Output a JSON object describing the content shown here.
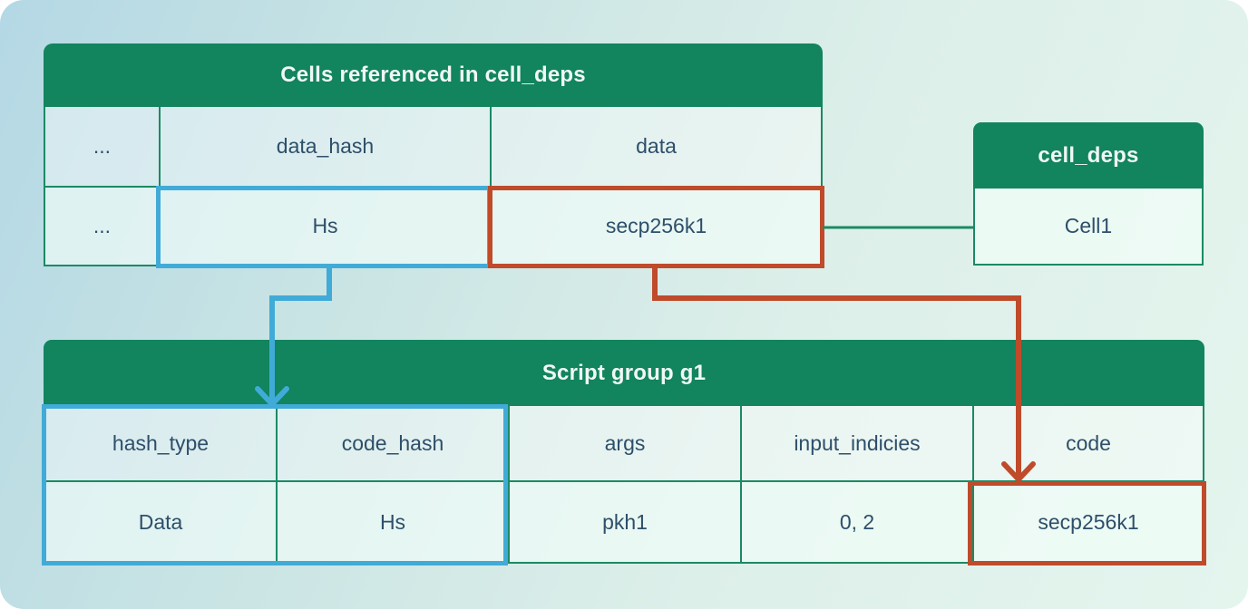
{
  "colors": {
    "header-green": "#12845e",
    "border-green": "#1b8a63",
    "highlight-blue": "#41abd8",
    "highlight-red": "#bf4b2b",
    "text-dark": "#2d4f6a"
  },
  "top_table": {
    "title": "Cells referenced in cell_deps",
    "columns": [
      "...",
      "data_hash",
      "data"
    ],
    "values": [
      "...",
      "Hs",
      "secp256k1"
    ]
  },
  "cell_deps_table": {
    "title": "cell_deps",
    "value": "Cell1"
  },
  "script_table": {
    "title": "Script group g1",
    "columns": [
      "hash_type",
      "code_hash",
      "args",
      "input_indicies",
      "code"
    ],
    "values": [
      "Data",
      "Hs",
      "pkh1",
      "0, 2",
      "secp256k1"
    ]
  }
}
